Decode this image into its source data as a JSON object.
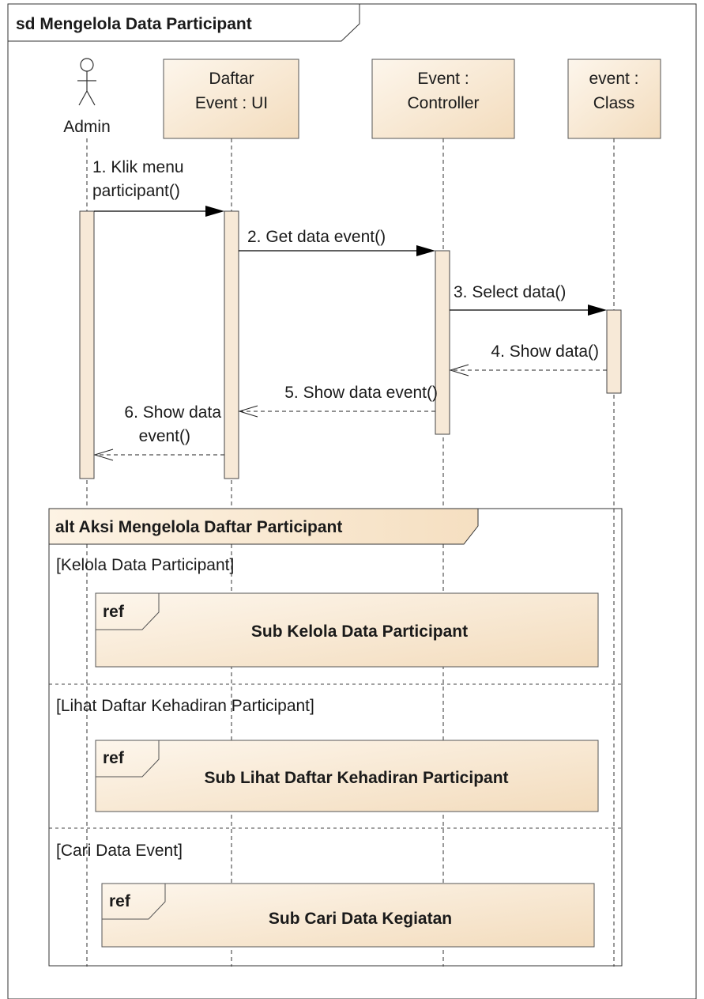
{
  "diagram": {
    "frame_title": "sd Mengelola Data Participant",
    "actor": {
      "name": "Admin"
    },
    "participants": [
      {
        "line1": "Daftar",
        "line2": "Event : UI"
      },
      {
        "line1": "Event :",
        "line2": "Controller"
      },
      {
        "line1": "event :",
        "line2": "Class"
      }
    ],
    "messages": [
      {
        "line1": "1. Klik menu",
        "line2": "participant()"
      },
      {
        "line1": "2. Get data event()"
      },
      {
        "line1": "3. Select data()"
      },
      {
        "line1": "4. Show data()"
      },
      {
        "line1": "5. Show data event()"
      },
      {
        "line1": "6. Show data",
        "line2": "event()"
      }
    ],
    "alt": {
      "title": "alt Aksi Mengelola Daftar Participant",
      "operands": [
        {
          "guard": "[Kelola Data Participant]",
          "ref_tag": "ref",
          "ref_name": "Sub Kelola Data Participant"
        },
        {
          "guard": "[Lihat Daftar Kehadiran Participant]",
          "ref_tag": "ref",
          "ref_name": "Sub Lihat Daftar Kehadiran Participant"
        },
        {
          "guard": "[Cari Data Event]",
          "ref_tag": "ref",
          "ref_name": "Sub Cari Data Kegiatan"
        }
      ]
    }
  }
}
